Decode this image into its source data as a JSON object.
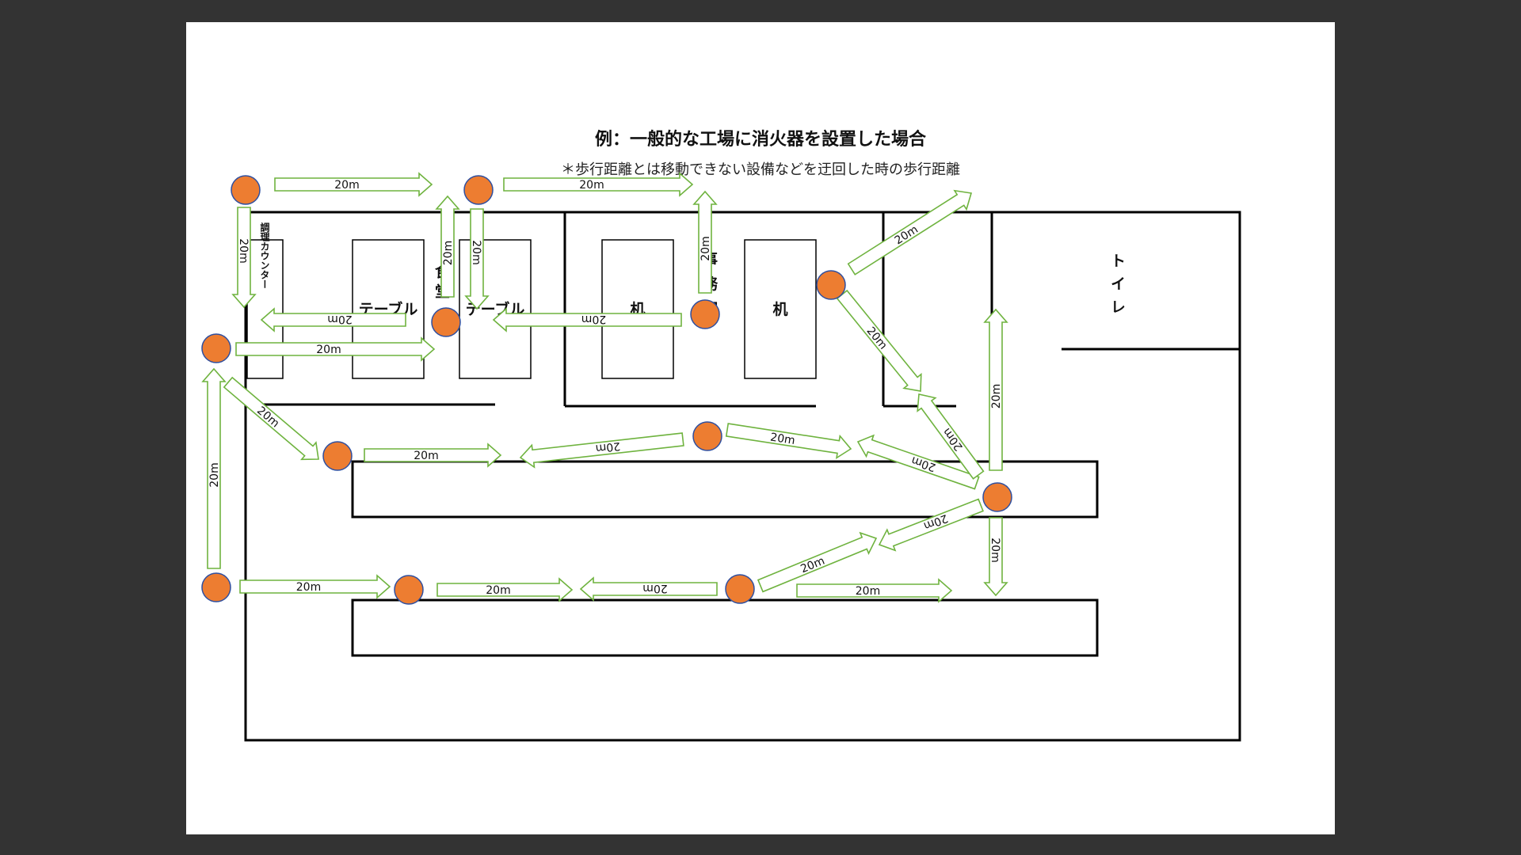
{
  "title": "例：一般的な工場に消火器を設置した場合",
  "subtitle": "＊歩行距離とは移動できない設備などを迂回した時の歩行距離",
  "rooms": {
    "cooking_counter": "調理カウンター",
    "table_left": "テーブル",
    "dining": "食堂",
    "table_right": "テーブル",
    "desk_left": "机",
    "office": "事務室",
    "desk_right": "机",
    "toilet": "トイレ"
  },
  "distance_label": "20m",
  "colors": {
    "background": "#333333",
    "extinguisher": "#ed7d31",
    "extinguisher_outline": "#2f4f9f",
    "arrow": "#6fb33f",
    "wall": "#000000"
  }
}
